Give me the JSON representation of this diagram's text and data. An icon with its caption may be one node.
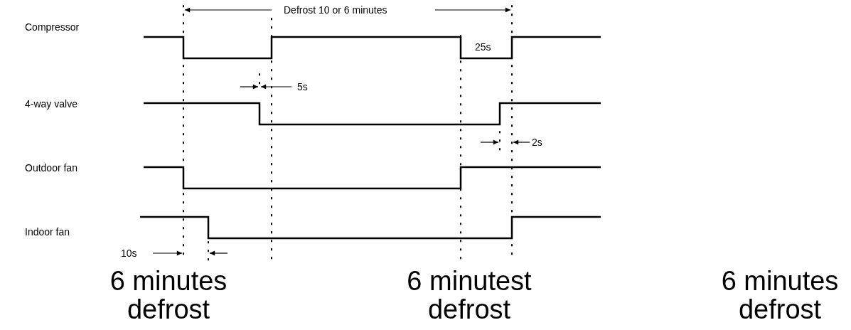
{
  "diagram": {
    "labels": [
      "Defrost 10 or 6 minutes",
      "Compressor",
      "25s",
      "5s",
      "4-way valve",
      "2s",
      "Outdoor fan",
      "Indoor fan",
      "6 minutes defrost",
      "6 minutest defrost",
      "6 minutes defrost",
      "10s"
    ]
  }
}
